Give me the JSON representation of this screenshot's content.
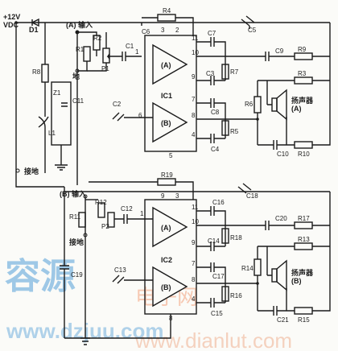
{
  "supply_label": "+12V\nVDC",
  "d1_label": "D1",
  "ch_a_input": "(A) 输入",
  "ch_b_input": "(B) 输入",
  "ground_a": "地",
  "ground_b": "接地",
  "main_ground": "接地",
  "ic1": "IC1",
  "ic2": "IC2",
  "amp_a": "(A)",
  "amp_b": "(B)",
  "speaker_a": "扬声器\n(A)",
  "speaker_b": "扬声器\n(B)",
  "components": {
    "R1": "R1",
    "R2": "R2",
    "R3": "R3",
    "R4": "R4",
    "R5": "R5",
    "R6": "R6",
    "R7": "R7",
    "R8": "R8",
    "R9": "R9",
    "R10": "R10",
    "R11": "R11",
    "R12": "R12",
    "R13": "R13",
    "R14": "R14",
    "R15": "R15",
    "R16": "R16",
    "R17": "R17",
    "R18": "R18",
    "R19": "R19",
    "C1": "C1",
    "C2": "C2",
    "C3": "C3",
    "C4": "C4",
    "C5": "C5",
    "C6": "C6",
    "C7": "C7",
    "C8": "C8",
    "C9": "C9",
    "C10": "C10",
    "C11": "C11",
    "C12": "C12",
    "C13": "C13",
    "C14": "C14",
    "C15": "C15",
    "C16": "C16",
    "C17": "C17",
    "C18": "C18",
    "C19": "C19",
    "C20": "C20",
    "C21": "C21",
    "P1": "P1",
    "P2": "P2",
    "L1": "L1",
    "Z1": "Z1"
  },
  "pins": {
    "p1": "1",
    "p2": "2",
    "p3": "3",
    "p4": "4",
    "p5": "5",
    "p6": "6",
    "p7": "7",
    "p8": "8",
    "p9": "9",
    "p10": "10",
    "p11": "11"
  },
  "watermark": {
    "cn_blue": "容源",
    "cn_orange": "电子网",
    "url_blue": "www.dzjuu.com",
    "url_orange": "www.dianlut.com"
  }
}
